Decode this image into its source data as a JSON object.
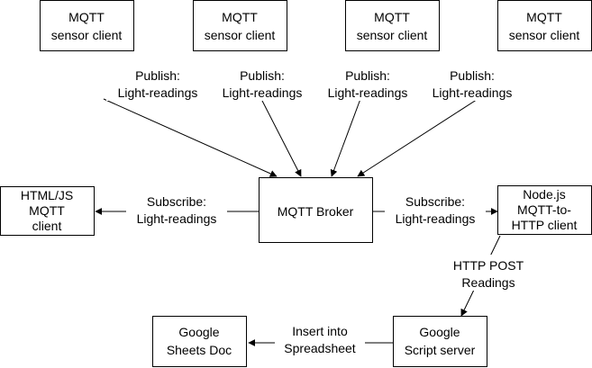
{
  "nodes": {
    "sensor1": {
      "lines": [
        "MQTT",
        "sensor client"
      ]
    },
    "sensor2": {
      "lines": [
        "MQTT",
        "sensor client"
      ]
    },
    "sensor3": {
      "lines": [
        "MQTT",
        "sensor client"
      ]
    },
    "sensor4": {
      "lines": [
        "MQTT",
        "sensor client"
      ]
    },
    "broker": {
      "lines": [
        "MQTT Broker"
      ]
    },
    "html_client": {
      "lines": [
        "HTML/JS",
        "MQTT",
        "client"
      ]
    },
    "node_client": {
      "lines": [
        "Node.js",
        "MQTT-to-",
        "HTTP client"
      ]
    },
    "script_server": {
      "lines": [
        "Google",
        "Script server"
      ]
    },
    "sheets_doc": {
      "lines": [
        "Google",
        "Sheets Doc"
      ]
    }
  },
  "edges": {
    "publish1": {
      "lines": [
        "Publish:",
        "Light-readings"
      ]
    },
    "publish2": {
      "lines": [
        "Publish:",
        "Light-readings"
      ]
    },
    "publish3": {
      "lines": [
        "Publish:",
        "Light-readings"
      ]
    },
    "publish4": {
      "lines": [
        "Publish:",
        "Light-readings"
      ]
    },
    "subscribe_html": {
      "lines": [
        "Subscribe:",
        "Light-readings"
      ]
    },
    "subscribe_node": {
      "lines": [
        "Subscribe:",
        "Light-readings"
      ]
    },
    "http_post": {
      "lines": [
        "HTTP POST",
        "Readings"
      ]
    },
    "insert": {
      "lines": [
        "Insert into",
        "Spreadsheet"
      ]
    }
  }
}
